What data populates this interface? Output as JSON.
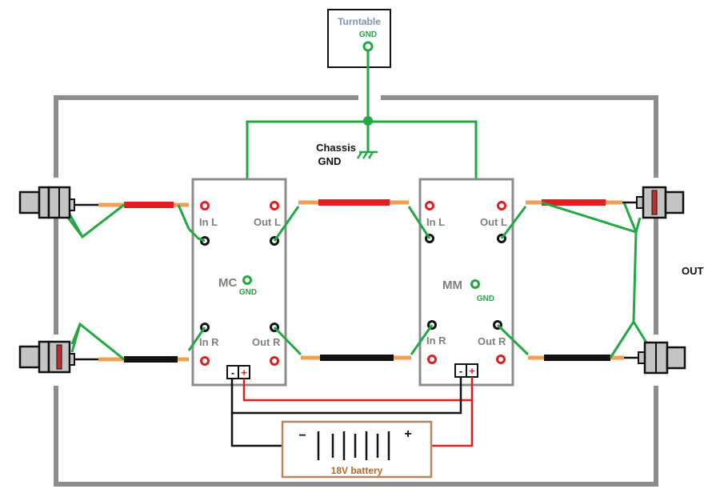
{
  "turntable": {
    "title": "Turntable",
    "gnd": "GND"
  },
  "chassis": {
    "line1": "Chassis",
    "line2": "GND"
  },
  "mc": {
    "title": "MC",
    "gnd": "GND",
    "in_l": "In L",
    "out_l": "Out L",
    "in_r": "In R",
    "out_r": "Out R"
  },
  "mm": {
    "title": "MM",
    "gnd": "GND",
    "in_l": "In L",
    "out_l": "Out L",
    "in_r": "In R",
    "out_r": "Out R"
  },
  "out_label": "OUT",
  "battery": {
    "label": "18V battery",
    "minus": "−",
    "plus": "+"
  },
  "terminals": {
    "minus": "-",
    "plus": "+"
  },
  "colors": {
    "chassis": "#8c8c8c",
    "ground_wire": "#22a845",
    "signal_red": "#e02020",
    "signal_black": "#111111",
    "wire_tip": "#f0a050",
    "battery_frame": "#b5865a",
    "battery_label": "#b5652a",
    "turntable_label": "#7f93ad"
  }
}
